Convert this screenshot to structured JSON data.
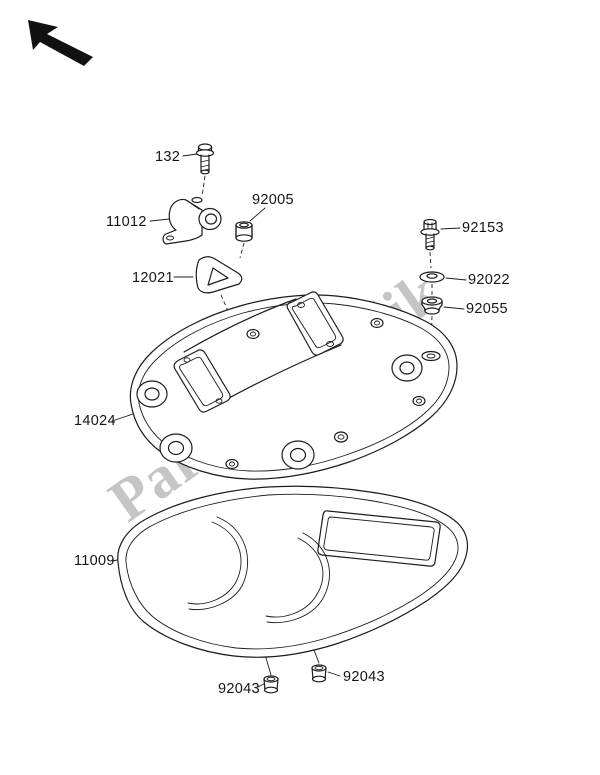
{
  "diagram": {
    "watermark": "PartsRepublik",
    "line_color": "#1c1c1c",
    "watermark_color": "#8f8f8f",
    "background": "#ffffff"
  },
  "icons": {
    "direction_arrow": "nw-direction-arrow-icon"
  },
  "labels": [
    {
      "text": "132"
    },
    {
      "text": "92005"
    },
    {
      "text": "11012"
    },
    {
      "text": "12021"
    },
    {
      "text": "92153"
    },
    {
      "text": "92022"
    },
    {
      "text": "92055"
    },
    {
      "text": "14024"
    },
    {
      "text": "11009"
    },
    {
      "text": "92043"
    },
    {
      "text": "92043"
    }
  ]
}
